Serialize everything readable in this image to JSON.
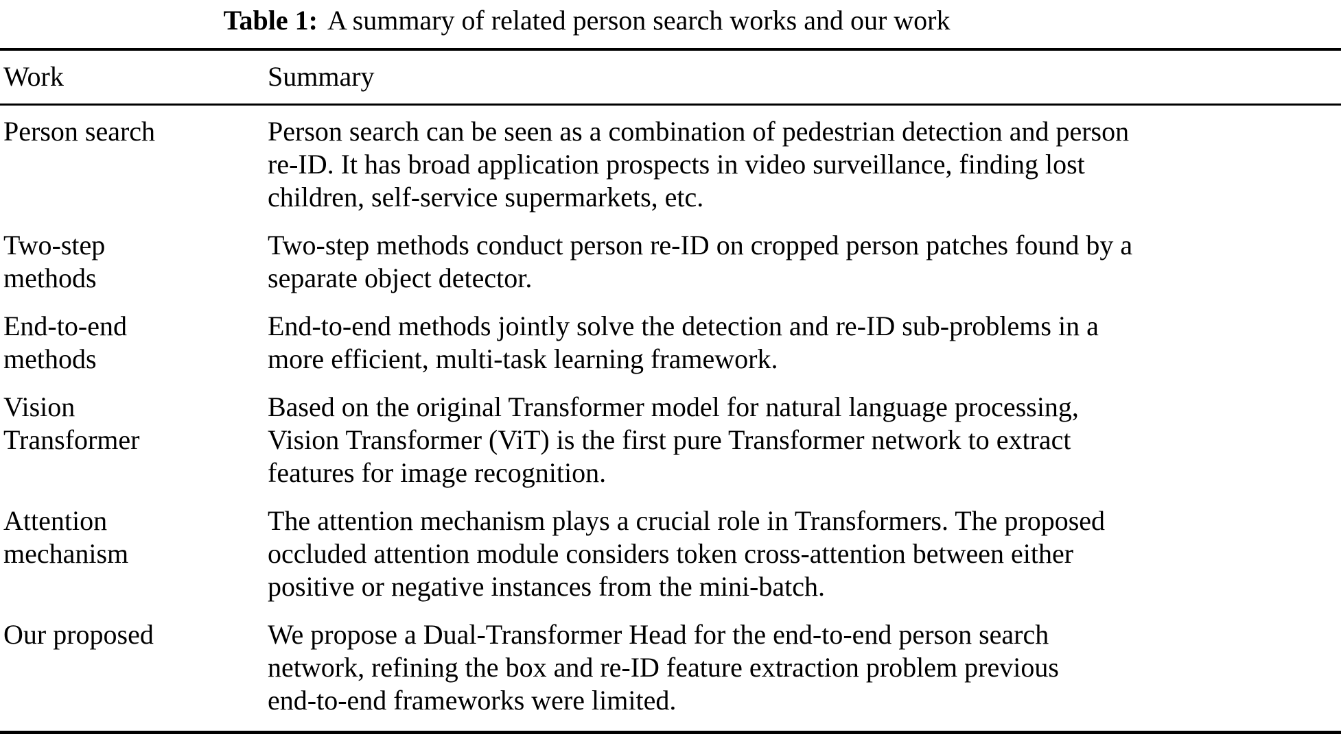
{
  "table": {
    "caption": {
      "label": "Table 1:",
      "text": "A summary of related person search works and our work"
    },
    "columns": {
      "work": "Work",
      "summary": "Summary"
    },
    "rows": [
      {
        "work": "Person search",
        "summary": "Person search can be seen as a combination of pedestrian detection and person\nre-ID. It has broad application prospects in video surveillance, finding lost\nchildren, self-service supermarkets, etc."
      },
      {
        "work": "Two-step\nmethods",
        "summary": "Two-step methods conduct person re-ID on cropped person patches found by a\nseparate object detector."
      },
      {
        "work": "End-to-end\nmethods",
        "summary": "End-to-end methods jointly solve the detection and re-ID sub-problems in a\nmore efficient, multi-task learning framework."
      },
      {
        "work": "Vision\nTransformer",
        "summary": "Based on the original Transformer model for natural language processing,\nVision Transformer (ViT) is the first pure Transformer network to extract\nfeatures for image recognition."
      },
      {
        "work": "Attention\nmechanism",
        "summary": "The attention mechanism plays a crucial role in Transformers. The proposed\noccluded attention module considers token cross-attention between either\npositive or negative instances from the mini-batch."
      },
      {
        "work": "Our proposed",
        "summary": "We propose a Dual-Transformer Head for the end-to-end person search\nnetwork, refining the box and re-ID feature extraction problem previous\nend-to-end frameworks were limited."
      }
    ],
    "colors": {
      "text": "#000000",
      "background": "#ffffff",
      "rule": "#000000"
    }
  }
}
